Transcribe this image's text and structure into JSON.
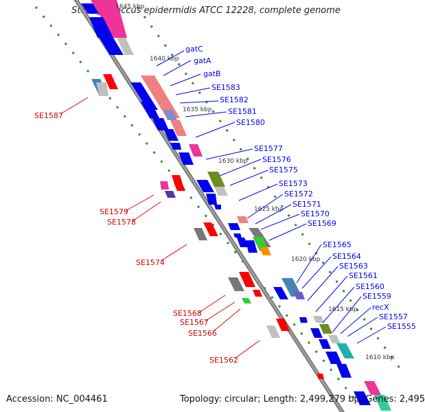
{
  "title": "Staphylococcus epidermidis ATCC 12228, complete genome",
  "footer": {
    "accession": "Accession: NC_004461",
    "summary": "Topology: circular; Length: 2,499,279 bp; Genes: 2,495"
  },
  "colors": {
    "backbone": "#7f7f7f",
    "forward_gene": "#0000ee",
    "reverse_gene_label": "#cc0000",
    "tick_dots": "#2e8b2e",
    "pink": "#ee3399",
    "salmon": "#f08080",
    "gray": "#777777",
    "olive": "#6b8e23",
    "teal": "#20b2aa",
    "green": "#33cc33",
    "purple": "#5533aa"
  },
  "scale_ticks": [
    "1645 kbp",
    "1640 kbp",
    "1635 kbp",
    "1630 kbp",
    "1625 kbp",
    "1620 kbp",
    "1615 kbp",
    "1610 kbp"
  ],
  "forward_labels": [
    "gatC",
    "gatA",
    "gatB",
    "SE1583",
    "SE1582",
    "SE1581",
    "SE1580",
    "SE1577",
    "SE1576",
    "SE1575",
    "SE1573",
    "SE1572",
    "SE1571",
    "SE1570",
    "SE1569",
    "SE1565",
    "SE1564",
    "SE1563",
    "SE1561",
    "SE1560",
    "SE1559",
    "recX",
    "SE1557",
    "SE1555"
  ],
  "reverse_labels": [
    "SE1587",
    "SE1579",
    "SE1578",
    "SE1574",
    "SE1568",
    "SE1567",
    "SE1566",
    "SE1562"
  ]
}
